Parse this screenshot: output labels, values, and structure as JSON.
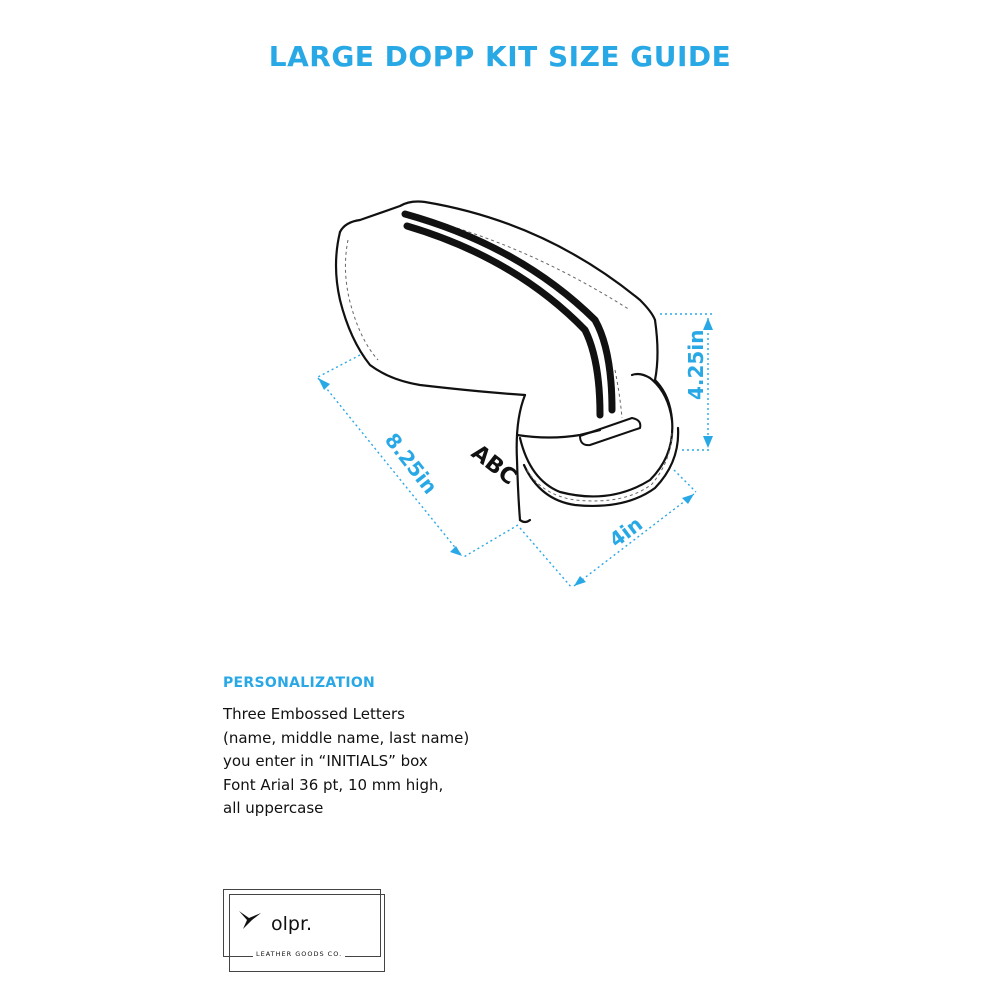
{
  "title": "LARGE DOPP KIT SIZE GUIDE",
  "diagram": {
    "monogram": "ABC",
    "dimensions": {
      "length": "8.25in",
      "height": "4.25in",
      "width": "4in"
    },
    "accent_color": "#29a8e6"
  },
  "personalization": {
    "heading": "PERSONALIZATION",
    "lines": [
      "Three Embossed Letters",
      "(name, middle name, last name)",
      "you enter in “INITIALS” box",
      "Font Arial 36 pt, 10 mm high,",
      "all uppercase"
    ]
  },
  "logo": {
    "name": "olpr.",
    "tagline": "LEATHER GOODS CO.",
    "icon": "bird-icon"
  }
}
